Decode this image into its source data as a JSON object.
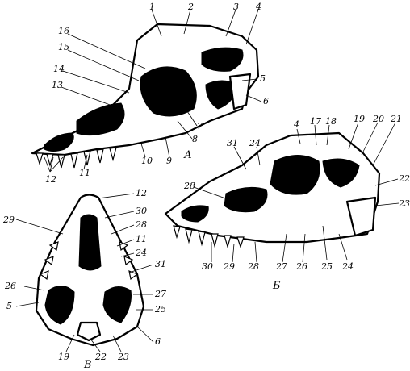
{
  "view_letters": {
    "a": "А",
    "b": "Б",
    "v": "В"
  },
  "labels_a": [
    "1",
    "2",
    "3",
    "4",
    "16",
    "15",
    "14",
    "13",
    "5",
    "6",
    "7",
    "8",
    "9",
    "10",
    "11",
    "12"
  ],
  "labels_b": [
    "4",
    "17",
    "18",
    "19",
    "20",
    "21",
    "31",
    "24",
    "22",
    "23",
    "28",
    "30",
    "29",
    "28",
    "27",
    "26",
    "25",
    "24"
  ],
  "labels_v": [
    "12",
    "30",
    "29",
    "28",
    "11",
    "24",
    "31",
    "26",
    "5",
    "27",
    "25",
    "6",
    "19",
    "22",
    "23"
  ]
}
